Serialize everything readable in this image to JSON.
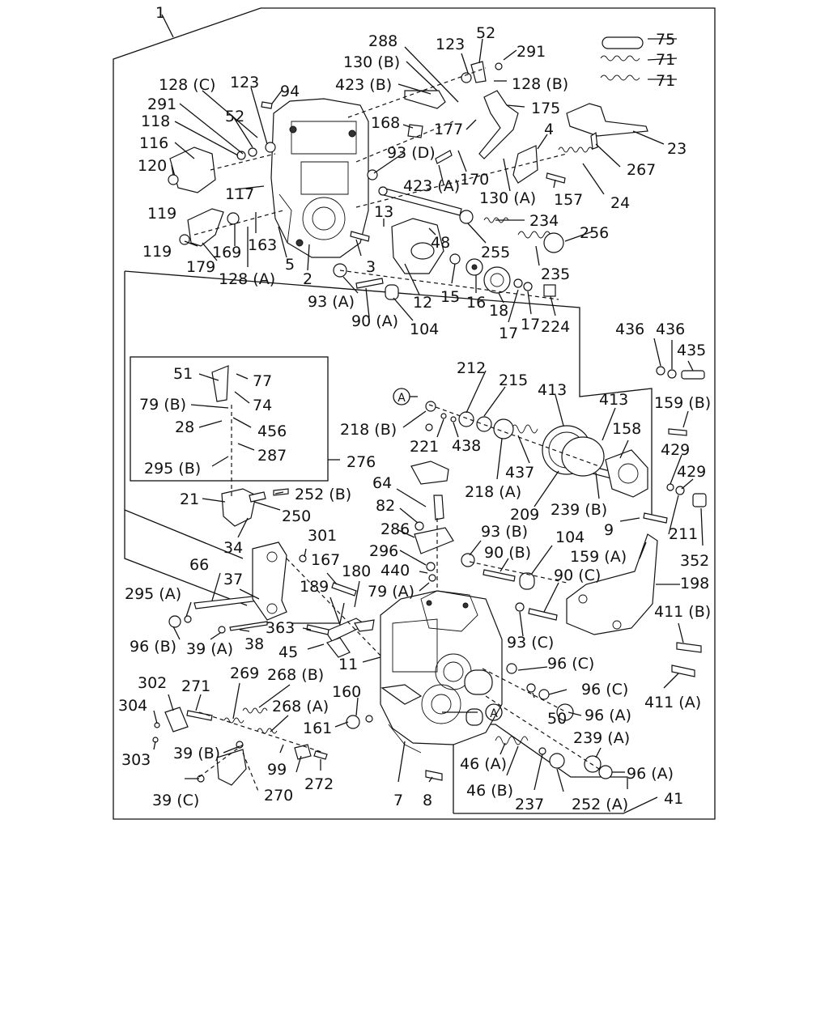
{
  "diagram_title_number": "1",
  "callout_letter": "A",
  "labels": [
    "288",
    "52",
    "123",
    "291",
    "75",
    "71",
    "71",
    "130 (B)",
    "423 (B)",
    "128 (B)",
    "175",
    "128 (C)",
    "123",
    "94",
    "291",
    "52",
    "118",
    "116",
    "120",
    "119",
    "168",
    "177",
    "93 (D)",
    "4",
    "23",
    "267",
    "117",
    "423 (A)",
    "170",
    "130 (A)",
    "157",
    "24",
    "13",
    "234",
    "256",
    "255",
    "48",
    "235",
    "119",
    "169",
    "163",
    "179",
    "5",
    "3",
    "128 (A)",
    "2",
    "93 (A)",
    "12",
    "15",
    "16",
    "18",
    "17",
    "17",
    "224",
    "90 (A)",
    "104",
    "51",
    "77",
    "79 (B)",
    "74",
    "28",
    "456",
    "287",
    "295 (B)",
    "276",
    "212",
    "215",
    "413",
    "413",
    "436",
    "436",
    "435",
    "159 (B)",
    "218 (B)",
    "221",
    "438",
    "437",
    "218 (A)",
    "209",
    "239 (B)",
    "158",
    "429",
    "429",
    "21",
    "252 (B)",
    "250",
    "34",
    "64",
    "82",
    "286",
    "296",
    "440",
    "79 (A)",
    "93 (B)",
    "90 (B)",
    "104",
    "90 (C)",
    "9",
    "211",
    "159 (A)",
    "352",
    "198",
    "66",
    "301",
    "167",
    "180",
    "189",
    "37",
    "295 (A)",
    "96 (B)",
    "39 (A)",
    "38",
    "363",
    "45",
    "11",
    "93 (C)",
    "411 (B)",
    "96 (C)",
    "96 (C)",
    "411 (A)",
    "302",
    "271",
    "269",
    "268 (B)",
    "304",
    "303",
    "160",
    "268 (A)",
    "161",
    "50",
    "96 (A)",
    "39 (B)",
    "99",
    "270",
    "272",
    "39 (C)",
    "7",
    "8",
    "239 (A)",
    "46 (A)",
    "46 (B)",
    "237",
    "252 (A)",
    "96 (A)",
    "41"
  ]
}
